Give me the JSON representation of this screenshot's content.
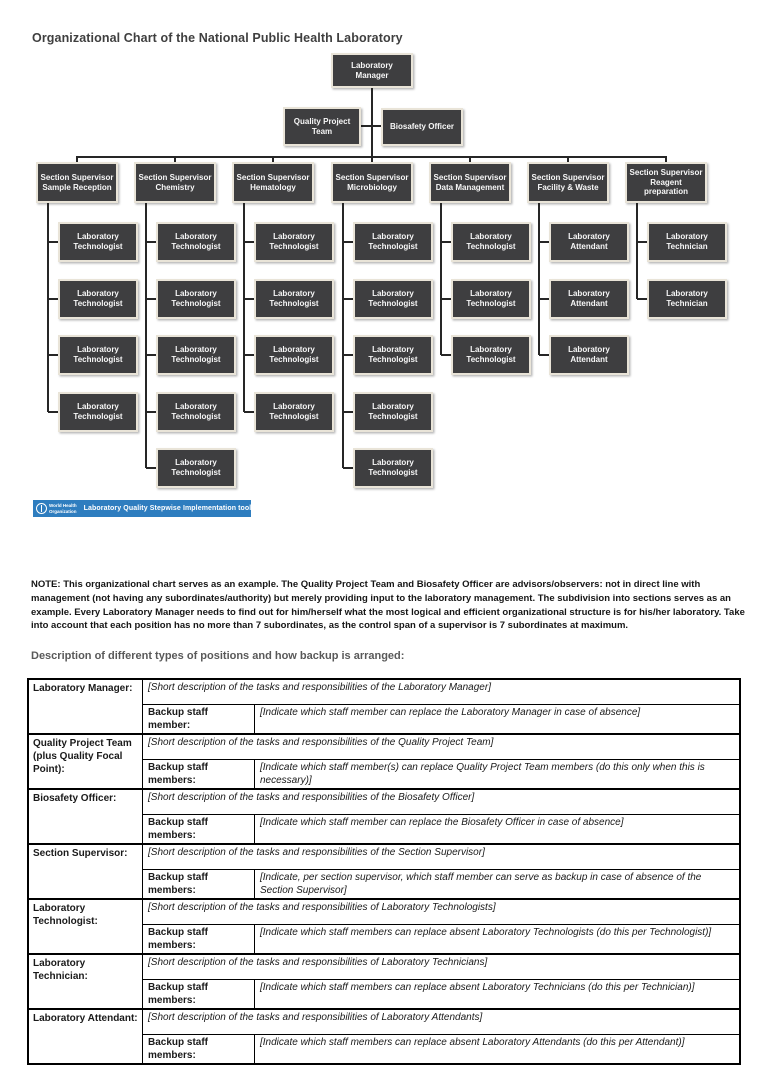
{
  "page_title": "Organizational Chart of the National Public Health Laboratory",
  "colors": {
    "box_fill": "#3e3e40",
    "box_border": "#e9e4d8",
    "connector_line": "#262626",
    "who_bar_bg": "#2e7dbf",
    "title_text": "#3f3f3f",
    "heading_text": "#595959"
  },
  "org_chart": {
    "root": {
      "label": "Laboratory Manager"
    },
    "advisors": [
      {
        "label": "Quality Project Team"
      },
      {
        "label": "Biosafety Officer"
      }
    ],
    "columns": [
      {
        "supervisor_line1": "Section Supervisor",
        "supervisor_line2": "Sample Reception",
        "children": [
          "Laboratory Technologist",
          "Laboratory Technologist",
          "Laboratory Technologist",
          "Laboratory Technologist"
        ]
      },
      {
        "supervisor_line1": "Section Supervisor",
        "supervisor_line2": "Chemistry",
        "children": [
          "Laboratory Technologist",
          "Laboratory Technologist",
          "Laboratory Technologist",
          "Laboratory Technologist",
          "Laboratory Technologist"
        ]
      },
      {
        "supervisor_line1": "Section Supervisor",
        "supervisor_line2": "Hematology",
        "children": [
          "Laboratory Technologist",
          "Laboratory Technologist",
          "Laboratory Technologist",
          "Laboratory Technologist"
        ]
      },
      {
        "supervisor_line1": "Section Supervisor",
        "supervisor_line2": "Microbiology",
        "children": [
          "Laboratory Technologist",
          "Laboratory Technologist",
          "Laboratory Technologist",
          "Laboratory Technologist",
          "Laboratory Technologist"
        ]
      },
      {
        "supervisor_line1": "Section Supervisor",
        "supervisor_line2": "Data Management",
        "children": [
          "Laboratory Technologist",
          "Laboratory Technologist",
          "Laboratory Technologist"
        ]
      },
      {
        "supervisor_line1": "Section Supervisor",
        "supervisor_line2": "Facility & Waste",
        "children": [
          "Laboratory Attendant",
          "Laboratory Attendant",
          "Laboratory Attendant"
        ]
      },
      {
        "supervisor_line1": "Section Supervisor",
        "supervisor_line2": "Reagent preparation",
        "children": [
          "Laboratory Technician",
          "Laboratory Technician"
        ]
      }
    ]
  },
  "who_bar": {
    "org_name_line1": "World Health",
    "org_name_line2": "Organization",
    "label": "Laboratory Quality Stepwise Implementation tool"
  },
  "note": "NOTE: This organizational chart serves as an example. The Quality Project Team and Biosafety Officer are advisors/observers: not in direct line with management (not having any subordinates/authority) but merely providing input to the laboratory management. The subdivision into sections serves as an example. Every Laboratory Manager needs to find out for him/herself what the most logical and efficient organizational structure is for his/her laboratory. Take into account that each position has no more than 7 subordinates, as the control span of a supervisor is 7 subordinates at maximum.",
  "positions": {
    "heading": "Description of different types of positions and how backup is arranged:",
    "groups": [
      {
        "label": "Laboratory Manager:",
        "description": "[Short description of the tasks and responsibilities of the Laboratory Manager]",
        "backup_label": "Backup staff member:",
        "backup": "[Indicate which staff member can replace the Laboratory Manager in case of absence]"
      },
      {
        "label": "Quality Project Team (plus Quality Focal Point):",
        "description": "[Short description of the tasks and responsibilities of the Quality Project Team]",
        "backup_label": "Backup staff members:",
        "backup": "[Indicate which staff member(s) can replace Quality Project Team members (do this only when this is necessary)]"
      },
      {
        "label": "Biosafety Officer:",
        "description": "[Short description of the tasks and responsibilities of the Biosafety Officer]",
        "backup_label": "Backup staff members:",
        "backup": "[Indicate which staff member can replace the Biosafety Officer in case of absence]"
      },
      {
        "label": "Section Supervisor:",
        "description": "[Short description of the tasks and responsibilities of the Section Supervisor]",
        "backup_label": "Backup staff members:",
        "backup": "[Indicate, per section supervisor, which staff member can serve as backup in case of absence of the Section Supervisor]"
      },
      {
        "label": "Laboratory Technologist:",
        "description": "[Short description of the tasks and responsibilities of Laboratory Technologists]",
        "backup_label": "Backup staff members:",
        "backup": "[Indicate which staff members can replace absent Laboratory Technologists (do this per Technologist)]"
      },
      {
        "label": "Laboratory Technician:",
        "description": "[Short description of the tasks and responsibilities of Laboratory Technicians]",
        "backup_label": "Backup staff members:",
        "backup": "[Indicate which staff members can replace absent Laboratory Technicians (do this per Technician)]"
      },
      {
        "label": "Laboratory Attendant:",
        "description": "[Short description of the tasks and responsibilities of Laboratory Attendants]",
        "backup_label": "Backup staff members:",
        "backup": "[Indicate which staff members can replace absent Laboratory Attendants (do this per Attendant)]"
      }
    ]
  }
}
